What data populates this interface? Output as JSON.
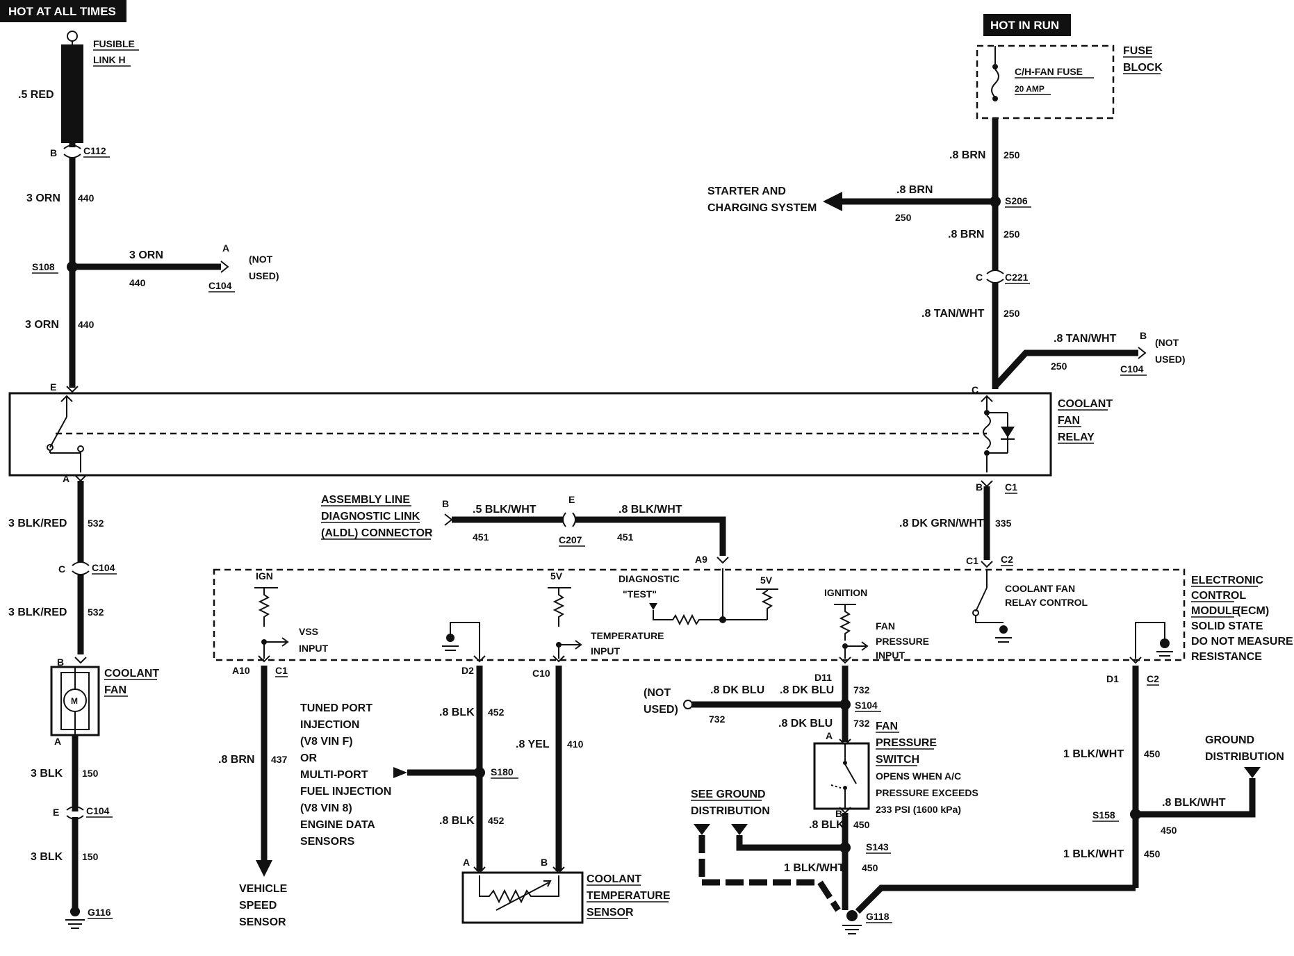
{
  "headers": {
    "hot_at_all_times": "HOT AT ALL TIMES",
    "hot_in_run": "HOT IN RUN"
  },
  "fusible_link": {
    "l1": "FUSIBLE",
    "l2": "LINK H"
  },
  "fuse_block": {
    "fuse_name": "C/H-FAN FUSE",
    "fuse_rating": "20 AMP",
    "block_l1": "FUSE",
    "block_l2": "BLOCK"
  },
  "left_branch": {
    "red": ".5 RED",
    "c112": "C112",
    "b": "B",
    "orn1": "3 ORN",
    "n440a": "440",
    "s108": "S108",
    "orn_h": "3 ORN",
    "n440_h": "440",
    "a": "A",
    "c104": "C104",
    "not_used": "(NOT",
    "not_used2": "USED)",
    "orn2": "3 ORN",
    "n440b": "440",
    "e": "E"
  },
  "right_feed": {
    "brn1": ".8 BRN",
    "n250a": "250",
    "starter1": "STARTER AND",
    "starter2": "CHARGING SYSTEM",
    "brn_h": ".8 BRN",
    "n250_h": "250",
    "s206": "S206",
    "brn2": ".8 BRN",
    "n250b": "250",
    "c_l": "C",
    "c221": "C221",
    "tanwht": ".8 TAN/WHT",
    "n250c": "250",
    "tanwht_b": ".8 TAN/WHT",
    "n250d": "250",
    "b": "B",
    "c104": "C104",
    "not_used": "(NOT",
    "not_used2": "USED)",
    "c": "C"
  },
  "relay": {
    "l1": "COOLANT",
    "l2": "FAN",
    "l3": "RELAY"
  },
  "fan_circuit": {
    "a": "A",
    "blkred1": "3 BLK/RED",
    "n532a": "532",
    "c": "C",
    "c104a": "C104",
    "blkred2": "3 BLK/RED",
    "n532b": "532",
    "b": "B",
    "fan1": "COOLANT",
    "fan2": "FAN",
    "motor": "M",
    "a2": "A",
    "blk1": "3 BLK",
    "n150a": "150",
    "e": "E",
    "c104b": "C104",
    "blk2": "3 BLK",
    "n150b": "150",
    "g116": "G116"
  },
  "aldl": {
    "l1": "ASSEMBLY LINE",
    "l2": "DIAGNOSTIC LINK",
    "l3": "(ALDL) CONNECTOR",
    "b": "B",
    "blkwht1": ".5 BLK/WHT",
    "n451a": "451",
    "e": "E",
    "c207": "C207",
    "blkwht2": ".8 BLK/WHT",
    "n451b": "451",
    "a9": "A9"
  },
  "relay_out": {
    "b": "B",
    "c1": "C1",
    "dkgrn": ".8 DK GRN/WHT",
    "n335": "335",
    "c1b": "C1",
    "c2": "C2"
  },
  "ecm": {
    "ign": "IGN",
    "vss1": "VSS",
    "vss2": "INPUT",
    "v5a": "5V",
    "temp1": "TEMPERATURE",
    "temp2": "INPUT",
    "diag1": "DIAGNOSTIC",
    "diag2": "\"TEST\"",
    "v5b": "5V",
    "ignition": "IGNITION",
    "fp1": "FAN",
    "fp2": "PRESSURE",
    "fp3": "INPUT",
    "cf1": "COOLANT FAN",
    "cf2": "RELAY CONTROL",
    "name1": "ELECTRONIC",
    "name2": "CONTROL",
    "name3": "MODULE",
    "name3b": "(ECM)",
    "note1": "SOLID STATE",
    "note2": "DO NOT MEASURE",
    "note3": "RESISTANCE",
    "a10": "A10",
    "c1": "C1",
    "d2": "D2",
    "c10": "C10",
    "d11": "D11",
    "d1": "D1",
    "c2": "C2"
  },
  "vss": {
    "brn": ".8 BRN",
    "n437": "437",
    "l1": "VEHICLE",
    "l2": "SPEED",
    "l3": "SENSOR"
  },
  "injection_note": [
    "TUNED PORT",
    "INJECTION",
    "(V8 VIN F)",
    "OR",
    "MULTI-PORT",
    "FUEL INJECTION",
    "(V8 VIN 8)",
    "ENGINE DATA",
    "SENSORS"
  ],
  "temp_sensor": {
    "blk1": ".8 BLK",
    "n452a": "452",
    "s180": "S180",
    "blk2": ".8 BLK",
    "n452b": "452",
    "yel": ".8 YEL",
    "n410": "410",
    "a": "A",
    "b": "B",
    "l1": "COOLANT",
    "l2": "TEMPERATURE",
    "l3": "SENSOR"
  },
  "pressure": {
    "not_used": "(NOT",
    "not_used2": "USED)",
    "dkblu1": ".8 DK BLU",
    "n732a": "732",
    "dkblu2": ".8 DK BLU",
    "n732b": "732",
    "s104": "S104",
    "dkblu3": ".8 DK BLU",
    "n732c": "732",
    "a": "A",
    "sw1": "FAN",
    "sw2": "PRESSURE",
    "sw3": "SWITCH",
    "note1": "OPENS WHEN A/C",
    "note2": "PRESSURE EXCEEDS",
    "note3": "233 PSI (1600 kPa)",
    "b": "B",
    "blk": ".8 BLK",
    "n450a": "450",
    "s143": "S143",
    "see1": "SEE GROUND",
    "see2": "DISTRIBUTION",
    "blkwht": "1 BLK/WHT",
    "n450b": "450",
    "g118": "G118"
  },
  "ground_dist": {
    "blkwht1": "1 BLK/WHT",
    "n450a": "450",
    "gd1": "GROUND",
    "gd2": "DISTRIBUTION",
    "s158": "S158",
    "blkwht_h": ".8 BLK/WHT",
    "n450_h": "450",
    "blkwht2": "1 BLK/WHT",
    "n450b": "450"
  }
}
